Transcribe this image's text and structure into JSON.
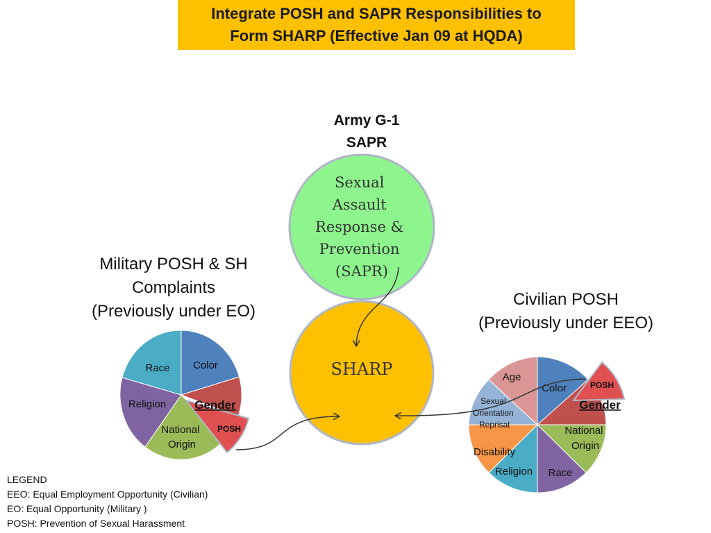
{
  "title": {
    "line1": "Integrate POSH and SAPR Responsibilities to",
    "line2": "Form SHARP (Effective Jan 09 at HQDA)"
  },
  "army": {
    "line1": "Army G-1",
    "line2": "SAPR"
  },
  "sapr_circle": {
    "lines": [
      "Sexual",
      "Assault",
      "Response &",
      "Prevention",
      "(SAPR)"
    ],
    "color": "#8ef58e"
  },
  "sharp_circle": {
    "label": "SHARP",
    "color": "#ffc000"
  },
  "military": {
    "label_lines": [
      "Military POSH & SH",
      "Complaints",
      "(Previously under EO)"
    ],
    "slices": {
      "color": "Color",
      "gender": "Gender",
      "posh": "POSH",
      "national_origin_1": "National",
      "national_origin_2": "Origin",
      "religion": "Religion",
      "race": "Race"
    }
  },
  "civilian": {
    "label_lines": [
      "Civilian POSH",
      "(Previously under EEO)"
    ],
    "slices": {
      "color": "Color",
      "posh": "POSH",
      "gender": "Gender",
      "national_origin_1": "National",
      "national_origin_2": "Origin",
      "race": "Race",
      "religion": "Religion",
      "disability": "Disability",
      "sexual_1": "Sexual",
      "sexual_2": "Orientation",
      "sexual_3": "Reprisal",
      "age": "Age"
    }
  },
  "legend": {
    "heading": "LEGEND",
    "eeo": "EEO: Equal Employment Opportunity (Civilian)",
    "eo": "EO: Equal Opportunity (Military )",
    "posh": "POSH: Prevention of Sexual Harassment"
  },
  "colors": {
    "blue": "#4f81bd",
    "red": "#c0504d",
    "posh_red": "#e05050",
    "green": "#9bbb59",
    "purple": "#8064a2",
    "teal": "#4bacc6",
    "orange": "#f79646",
    "light_blue": "#95b3d7",
    "pink": "#d99694"
  }
}
